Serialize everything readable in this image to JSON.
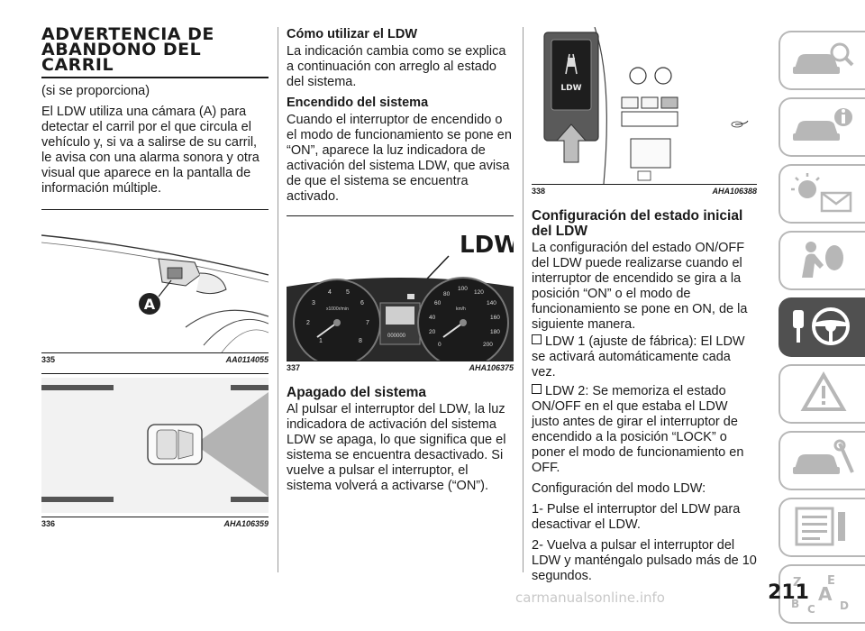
{
  "column1": {
    "heading": "ADVERTENCIA DE ABANDONO DEL CARRIL",
    "subtitle": "(si se proporciona)",
    "intro": "El LDW utiliza una cámara (A) para detectar el carril por el que circula el vehículo y, si va a salirse de su carril, le avisa con una alarma sonora y otra visual que aparece en la pantalla de información múltiple.",
    "fig335": {
      "label": "A",
      "num": "335",
      "code": "AA0114055"
    },
    "fig336": {
      "num": "336",
      "code": "AHA106359"
    }
  },
  "column2": {
    "how_title": "Cómo utilizar el LDW",
    "how_text": "La indicación cambia como se explica a continuación con arreglo al estado del sistema.",
    "on_title": "Encendido del sistema",
    "on_text": "Cuando el interruptor de encendido o el modo de funcionamiento se pone en “ON”, aparece la luz indicadora de activación del sistema LDW, que avisa de que el sistema se encuentra activado.",
    "fig337": {
      "ldw_label": "LDW",
      "num": "337",
      "code": "AHA106375",
      "tach_ticks": [
        "1",
        "2",
        "3",
        "4",
        "5",
        "6",
        "7",
        "8"
      ],
      "tach_unit": "x1000r/min",
      "speed_ticks": [
        "0",
        "20",
        "40",
        "60",
        "80",
        "100",
        "120",
        "140",
        "160",
        "180",
        "200"
      ],
      "speed_unit": "km/h",
      "odo": "000000"
    },
    "off_title": "Apagado del sistema",
    "off_text": "Al pulsar el interruptor del LDW, la luz indicadora de activación del sistema LDW se apaga, lo que significa que el sistema se encuentra desactivado. Si vuelve a pulsar el interruptor, el sistema volverá a activarse (“ON”)."
  },
  "column3": {
    "fig338": {
      "btn_label": "LDW",
      "num": "338",
      "code": "AHA106388"
    },
    "config_title": "Configuración del estado inicial del LDW",
    "config_text": "La configuración del estado ON/OFF del LDW puede realizarse cuando el interruptor de encendido se gira a la posición “ON” o el modo de funcionamiento se pone en ON, de la siguiente manera.",
    "bullets": [
      "LDW 1 (ajuste de fábrica): El LDW se activará automáticamente cada vez.",
      "LDW 2: Se memoriza el estado ON/OFF en el que estaba el LDW justo antes de girar el interruptor de encendido a la posición “LOCK” o poner el modo de funcionamiento en OFF."
    ],
    "mode_title": "Configuración del modo LDW:",
    "steps": [
      "1- Pulse el interruptor del LDW para desactivar el LDW.",
      "2- Vuelva a pulsar el interruptor del LDW y manténgalo pulsado más de 10 segundos."
    ]
  },
  "sidebar": {
    "tabs": [
      {
        "icon": "car-search-icon",
        "active": false
      },
      {
        "icon": "car-info-icon",
        "active": false
      },
      {
        "icon": "light-mail-icon",
        "active": false
      },
      {
        "icon": "airbag-person-icon",
        "active": false
      },
      {
        "icon": "key-steering-wheel-icon",
        "active": true
      },
      {
        "icon": "warning-road-icon",
        "active": false
      },
      {
        "icon": "car-tools-icon",
        "active": false
      },
      {
        "icon": "specs-list-icon",
        "active": false
      },
      {
        "icon": "alphabet-index-icon",
        "active": false
      }
    ],
    "active_color": "#505050",
    "tab_icon_color": "#b7b7b7"
  },
  "footer": {
    "page_number": "211",
    "watermark": "carmanualsonline.info"
  }
}
